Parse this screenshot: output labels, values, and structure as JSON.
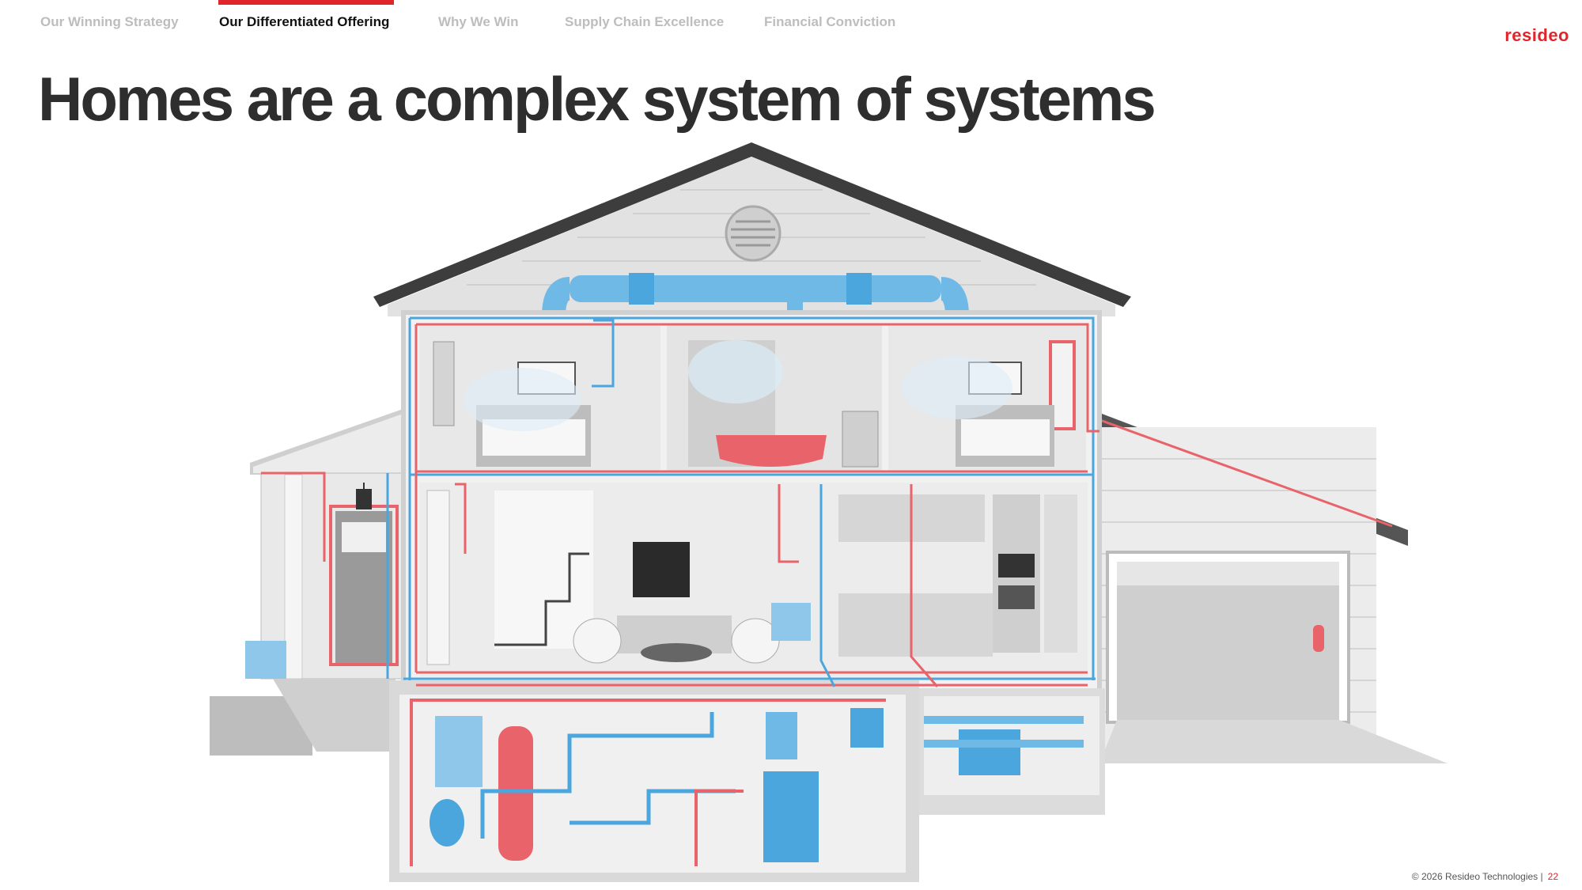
{
  "nav": {
    "tabs": [
      {
        "label": "Our Winning Strategy",
        "active": false
      },
      {
        "label": "Our Differentiated Offering",
        "active": true
      },
      {
        "label": "Why We Win",
        "active": false
      },
      {
        "label": "Supply Chain Excellence",
        "active": false
      },
      {
        "label": "Financial Conviction",
        "active": false
      }
    ]
  },
  "brand": {
    "logo_text": "resideo",
    "accent_color": "#e0262b"
  },
  "slide": {
    "title": "Homes are a complex system of systems"
  },
  "illustration": {
    "description_icon": "house-cutaway-illustration",
    "colors": {
      "heating_red": "#e8636a",
      "cooling_blue": "#4aa6dc",
      "structure_gray": "#e6e6e6"
    }
  },
  "footer": {
    "copyright": "© 2026 Resideo Technologies |",
    "page_number": "22"
  }
}
